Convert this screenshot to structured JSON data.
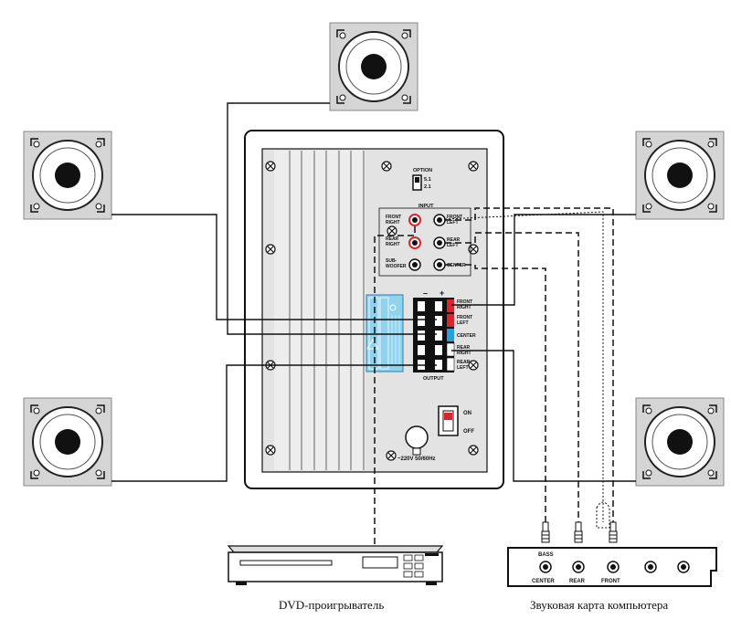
{
  "panel": {
    "option_label": "OPTION",
    "option_51": "5.1",
    "option_21": "2.1",
    "input_label": "INPUT",
    "in_front_right": [
      "FRONT",
      "RIGHT"
    ],
    "in_front_left": [
      "FRONT",
      "LEFT"
    ],
    "in_rear_right": [
      "REAR",
      "RIGHT"
    ],
    "in_rear_left": [
      "REAR",
      "LEFT"
    ],
    "in_subwoofer": [
      "SUB-",
      "WOOFER"
    ],
    "in_center": "CENTER",
    "minus": "–",
    "plus": "+",
    "out_front_right": [
      "FRONT",
      "RIGHT"
    ],
    "out_front_left": [
      "FRONT",
      "LEFT"
    ],
    "out_center": "CENTER",
    "out_rear_right": [
      "REAR",
      "RIGHT"
    ],
    "out_rear_left": [
      "REAR",
      "LEFT"
    ],
    "output_label": "OUTPUT",
    "on_label": "ON",
    "off_label": "OFF",
    "power_label": "~220V  50/60Hz"
  },
  "soundcard": {
    "bass": "BASS",
    "center": "CENTER",
    "rear": "REAR",
    "front": "FRONT",
    "caption": "Звуковая карта компьютера"
  },
  "dvd": {
    "caption": "DVD-проигрыватель"
  },
  "colors": {
    "red_terminal": "#d9262c",
    "blue_terminal": "#2a9fd8",
    "speaker_box": "#d5d5d5",
    "panel_fill": "#e3e3e3",
    "warning_label": "#8fd3ee"
  }
}
